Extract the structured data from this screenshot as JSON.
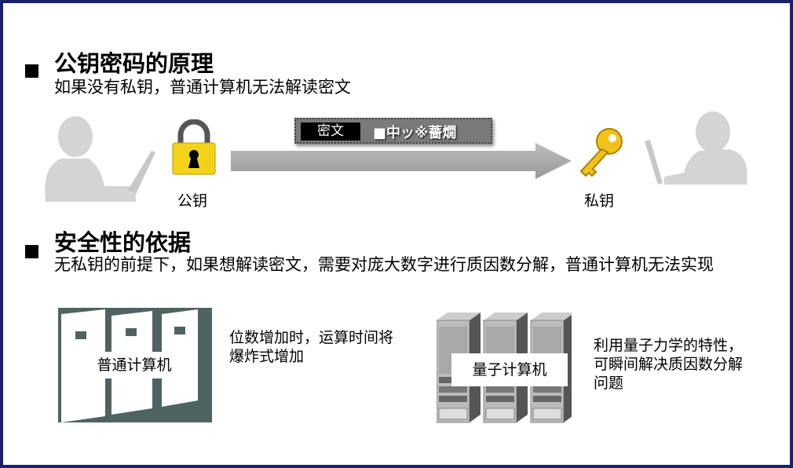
{
  "section1": {
    "title": "公钥密码的原理",
    "subtitle": "如果没有私钥，普通计算机无法解读密文",
    "public_key_label": "公钥",
    "private_key_label": "私钥",
    "ciphertext_tag": "密文",
    "ciphertext_value": "■中ッ※薔燗"
  },
  "section2": {
    "title": "安全性的依据",
    "description": "无私钥的前提下，如果想解读密文，需要对庞大数字进行质因数分解，普通计算机无法实现",
    "classical_label": "普通计算机",
    "classical_text": "位数增加时，运算时间将爆炸式增加",
    "quantum_label": "量子计算机",
    "quantum_text": "利用量子力学的特性，可瞬间解决质因数分解问题"
  },
  "colors": {
    "frame": "#1a1f6e",
    "lock": "#f5d21a",
    "key": "#f2c21b",
    "server": "#4f6361"
  }
}
